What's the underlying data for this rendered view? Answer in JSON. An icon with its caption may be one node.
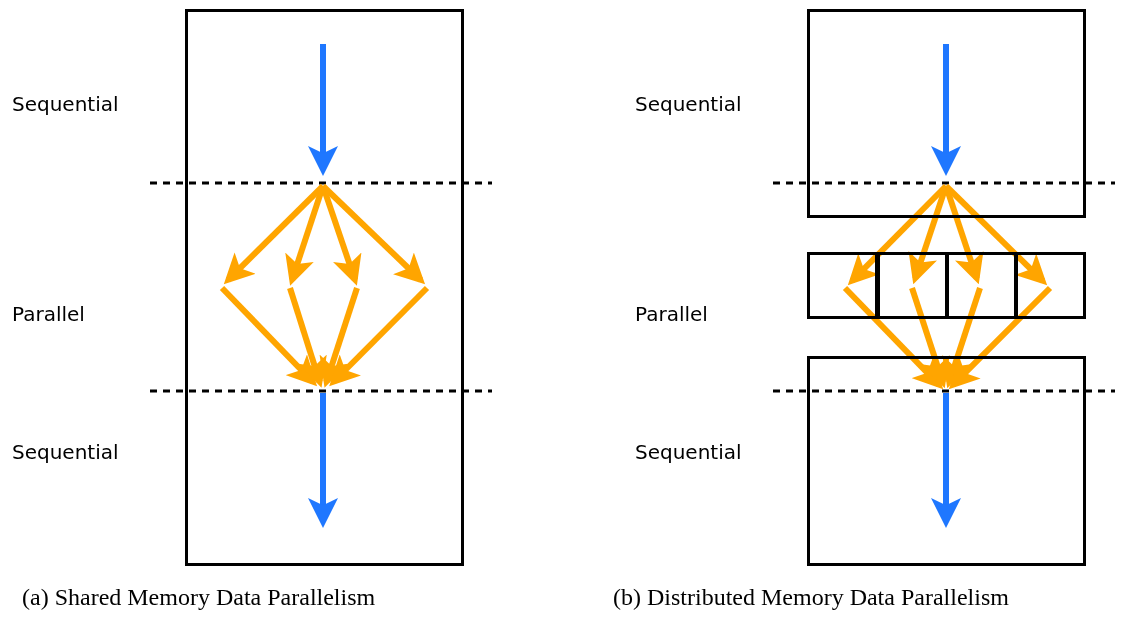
{
  "diagram": {
    "nodes": [
      {
        "text": [],
        "shape": "box"
      },
      {
        "text": [],
        "shape": "box"
      },
      {
        "text": [],
        "shape": "box"
      },
      {
        "text": [],
        "shape": "box",
        "in": 2
      },
      {
        "text": [],
        "shape": "box",
        "in": 2
      },
      {
        "text": [],
        "shape": "box",
        "in": 2
      },
      {
        "text": [],
        "shape": "box",
        "in": 2
      },
      {
        "text": [],
        "shape": "box"
      }
    ],
    "edges": [
      {
        "from": 1,
        "to": 3,
        "arrow": "to"
      },
      {
        "from": 1,
        "to": 4,
        "arrow": "to"
      },
      {
        "from": 1,
        "to": 5,
        "arrow": "to"
      },
      {
        "from": 1,
        "to": 6,
        "arrow": "to"
      },
      {
        "from": 3,
        "to": 7,
        "arrow": "to"
      },
      {
        "from": 4,
        "to": 7,
        "arrow": "to"
      },
      {
        "from": 5,
        "to": 7,
        "arrow": "to"
      },
      {
        "from": 6,
        "to": 7,
        "arrow": "to"
      }
    ],
    "labels": [
      "Sequential",
      "Sequential",
      "Parallel",
      "Parallel",
      "Sequential",
      "Sequential",
      "(a) Shared Memory Data Parallelism",
      "(b) Distributed Memory Data Parallelism"
    ]
  }
}
